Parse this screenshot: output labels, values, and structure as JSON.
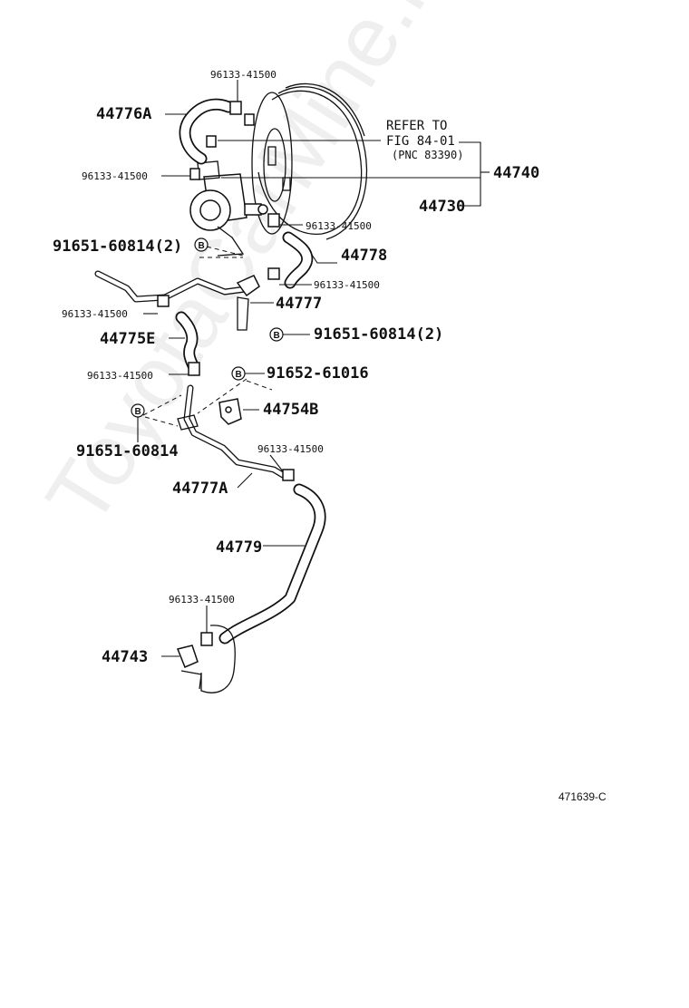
{
  "labels": {
    "p44776A": "44776A",
    "p44740": "44740",
    "p44730": "44730",
    "p44778": "44778",
    "p44777": "44777",
    "p44775E": "44775E",
    "p44754B": "44754B",
    "p44777A": "44777A",
    "p44779": "44779",
    "p44743": "44743",
    "clip1": "96133-41500",
    "clip2": "96133-41500",
    "clip3": "96133-41500",
    "clip4": "96133-41500",
    "clip5": "96133-41500",
    "clip6": "96133-41500",
    "clip7": "96133-41500",
    "clip8": "96133-41500",
    "bolt1": "91651-60814(2)",
    "bolt2": "91651-60814(2)",
    "bolt3": "91652-61016",
    "bolt4": "91651-60814",
    "bolt_marker": "B"
  },
  "reference": {
    "line1": "REFER TO",
    "line2": "FIG 84-01",
    "line3": "(PNC 83390)"
  },
  "diagram_id": "471639-C",
  "watermark": "ToyotaCarMine.ru",
  "colors": {
    "ink": "#111111",
    "paper": "#ffffff",
    "watermark": "#787878"
  }
}
